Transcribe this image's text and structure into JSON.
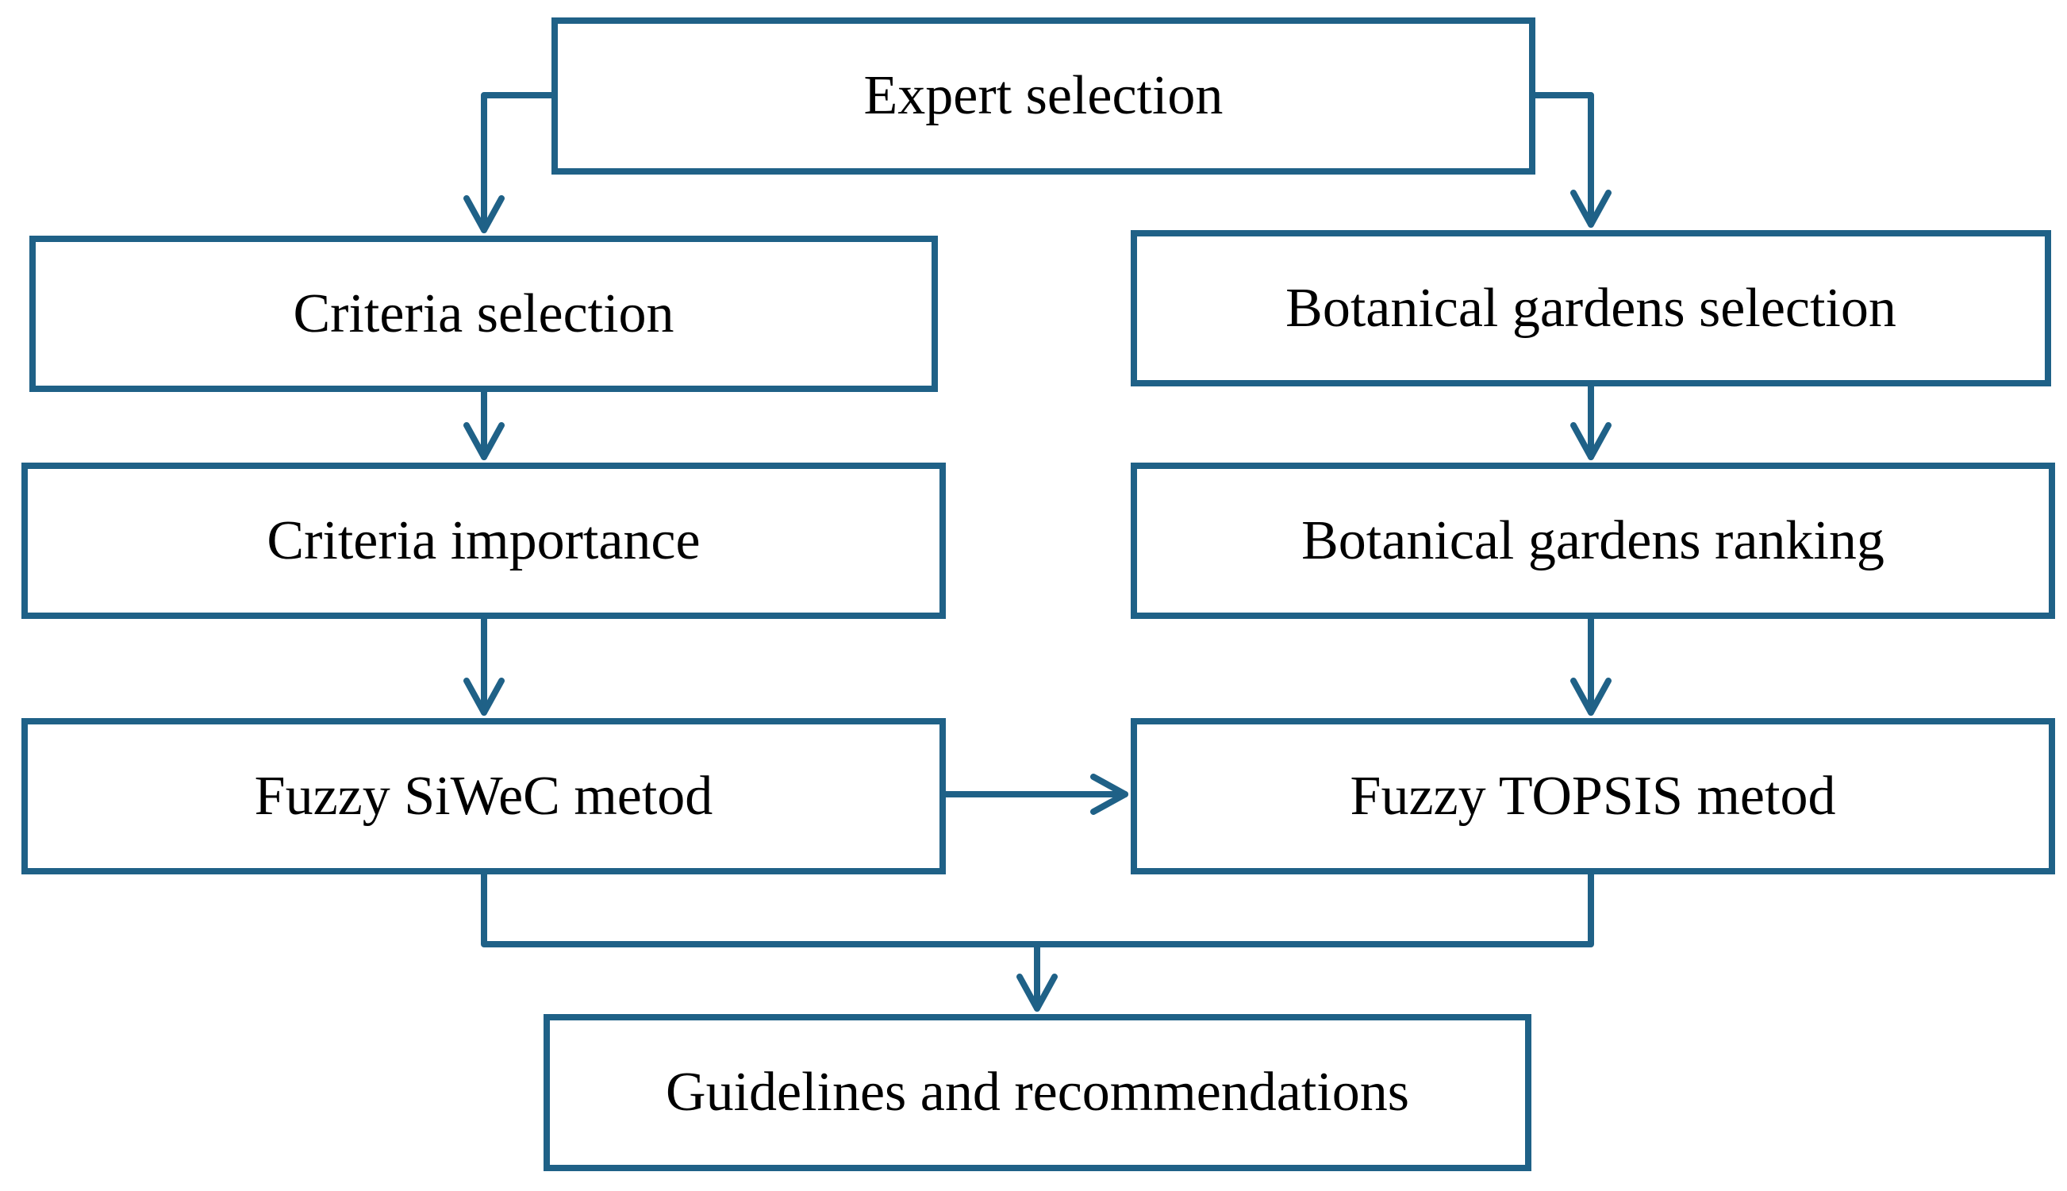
{
  "colors": {
    "stroke": "#1f6187",
    "text": "#000000",
    "background": "#ffffff"
  },
  "nodes": {
    "expert_selection": "Expert selection",
    "criteria_selection": "Criteria selection",
    "botanical_gardens_selection": "Botanical gardens selection",
    "criteria_importance": "Criteria importance",
    "botanical_gardens_ranking": "Botanical gardens ranking",
    "fuzzy_siwec_method": "Fuzzy SiWeC metod",
    "fuzzy_topsis_method": "Fuzzy TOPSIS metod",
    "guidelines_and_recommendations": "Guidelines and recommendations"
  },
  "edges": [
    {
      "from": "expert_selection",
      "to": "criteria_selection"
    },
    {
      "from": "expert_selection",
      "to": "botanical_gardens_selection"
    },
    {
      "from": "criteria_selection",
      "to": "criteria_importance"
    },
    {
      "from": "criteria_importance",
      "to": "fuzzy_siwec_method"
    },
    {
      "from": "botanical_gardens_selection",
      "to": "botanical_gardens_ranking"
    },
    {
      "from": "botanical_gardens_ranking",
      "to": "fuzzy_topsis_method"
    },
    {
      "from": "fuzzy_siwec_method",
      "to": "fuzzy_topsis_method"
    },
    {
      "from": "fuzzy_siwec_method",
      "to": "guidelines_and_recommendations"
    },
    {
      "from": "fuzzy_topsis_method",
      "to": "guidelines_and_recommendations"
    }
  ]
}
